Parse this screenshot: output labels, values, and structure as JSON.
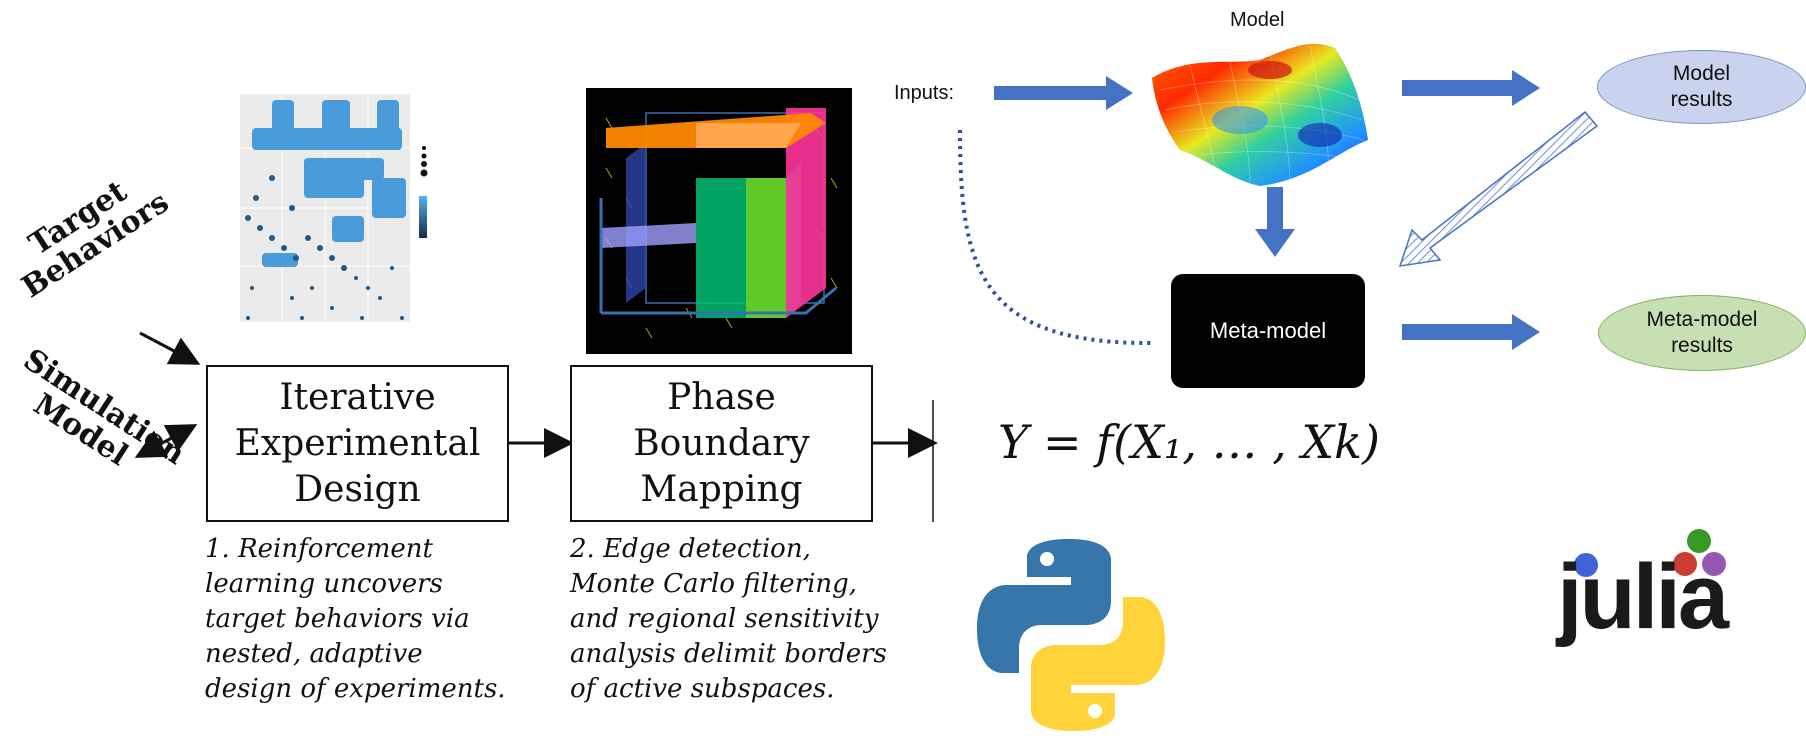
{
  "left_labels": {
    "target_behaviors": "Target\nBehaviors",
    "simulation_model": "Simulation\nModel"
  },
  "boxes": {
    "iterative": "Iterative\nExperimental\nDesign",
    "phase": "Phase\nBoundary\nMapping"
  },
  "captions": {
    "step1": "1. Reinforcement\nlearning uncovers\ntarget behaviors via\nnested, adaptive\ndesign of experiments.",
    "step2": "2. Edge detection,\nMonte Carlo filtering,\nand regional sensitivity\nanalysis delimit borders\nof active subspaces."
  },
  "metamodel_diagram": {
    "model_title": "Model",
    "inputs_label": "Inputs:",
    "model_results": "Model\nresults",
    "meta_model": "Meta-model",
    "meta_model_results": "Meta-model\nresults"
  },
  "formula": "Y = f(X₁, … , Xk)",
  "logos": {
    "python": "python-logo",
    "julia": "julia"
  },
  "colors": {
    "arrow_blue": "#4472c4",
    "model_results_fill": "#c9d3ee",
    "meta_results_fill": "#c6e0b4",
    "julia_red": "#cb3c33",
    "julia_green": "#389826",
    "julia_purple": "#9558b2",
    "julia_blue": "#4063d8",
    "python_blue": "#3776ab",
    "python_yellow": "#ffd43b"
  }
}
